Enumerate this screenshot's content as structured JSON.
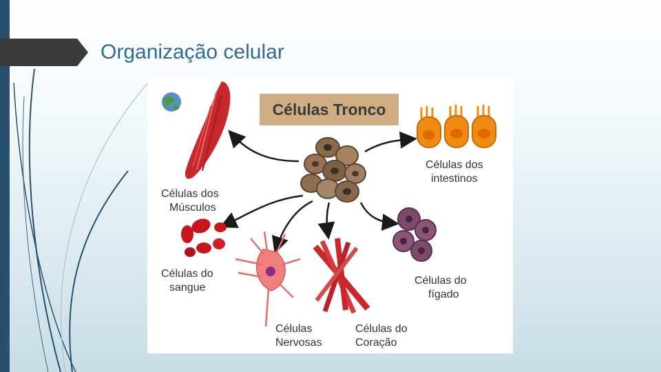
{
  "slide": {
    "title": "Organização celular"
  },
  "diagram": {
    "center_label": "Células Tronco",
    "nodes": {
      "musculos": [
        "Células dos",
        "Músculos"
      ],
      "sangue": [
        "Células do",
        "sangue"
      ],
      "nervosas": [
        "Células",
        "Nervosas"
      ],
      "coracao": [
        "Células do",
        "Coração"
      ],
      "figado": [
        "Células do",
        "fígado"
      ],
      "intestinos": [
        "Células dos",
        "intestinos"
      ]
    }
  },
  "colors": {
    "title": "#2e6a96",
    "sidebar": "#284f6b",
    "center_box": "#cfad83",
    "muscle": "#c8282c",
    "blood": "#c8141c",
    "neuron": "#f08080",
    "liver": "#7e4a6c",
    "intestine": "#f08a12"
  }
}
